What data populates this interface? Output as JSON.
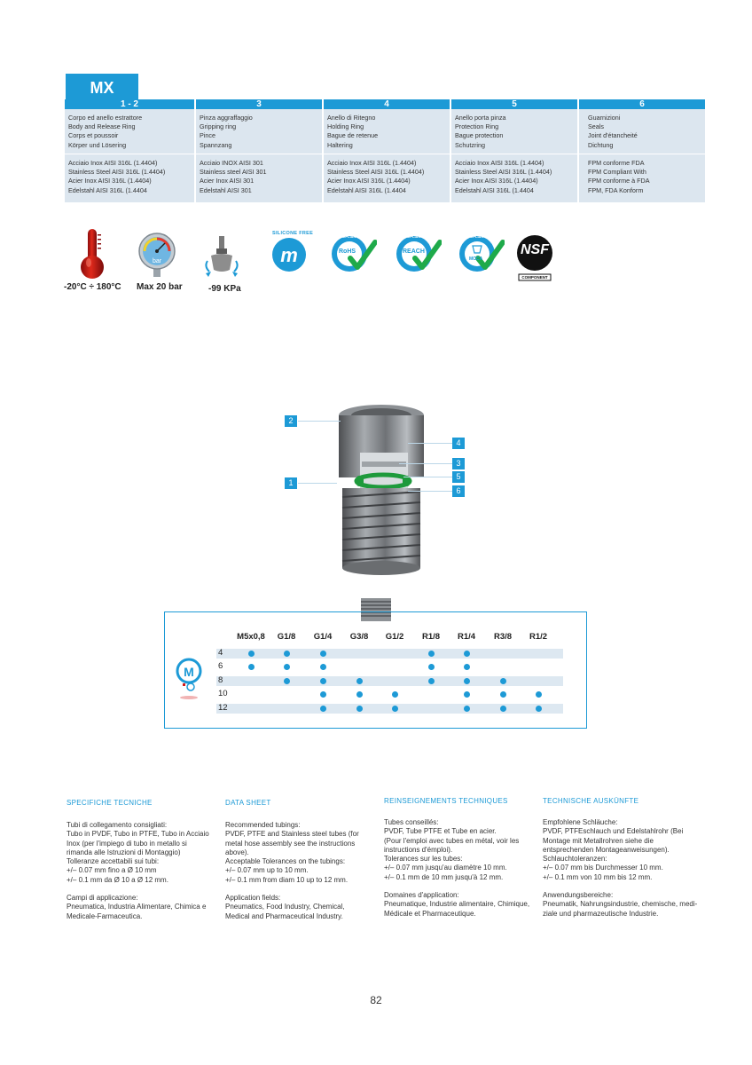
{
  "header": {
    "series": "MX"
  },
  "components": [
    {
      "number": "1 - 2",
      "names": [
        "Corpo ed anello estrattore",
        "Body and Release Ring",
        "Corps et poussoir",
        "Körper und Lösering"
      ],
      "materials": [
        "Acciaio Inox AISI 316L (1.4404)",
        "Stainless Steel AISI 316L (1.4404)",
        "Acier Inox AISI 316L (1.4404)",
        "Edelstahl AISI 316L (1.4404"
      ]
    },
    {
      "number": "3",
      "names": [
        "Pinza aggraffaggio",
        "Gripping ring",
        "Pince",
        "Spannzang"
      ],
      "materials": [
        "Acciaio INOX AISI 301",
        "Stainless steel AISI 301",
        "Acier Inox AISI 301",
        "Edelstahl AISI 301"
      ]
    },
    {
      "number": "4",
      "names": [
        "Anello di Ritegno",
        "Holding Ring",
        "Bague de retenue",
        "Haltering"
      ],
      "materials": [
        "Acciaio Inox AISI 316L (1.4404)",
        "Stainless Steel AISI 316L (1.4404)",
        "Acier Inox AISI 316L (1.4404)",
        "Edelstahl AISI 316L (1.4404"
      ]
    },
    {
      "number": "5",
      "names": [
        "Anello porta pinza",
        "Protection Ring",
        "Bague protection",
        "Schutzring"
      ],
      "materials": [
        "Acciaio Inox AISI 316L (1.4404)",
        "Stainless Steel AISI 316L (1.4404)",
        "Acier Inox AISI 316L (1.4404)",
        "Edelstahl AISI 316L (1.4404"
      ]
    },
    {
      "number": "6",
      "names": [
        "Guarnizioni",
        "Seals",
        "Joint d'étancheité",
        "Dichtung"
      ],
      "materials": [
        "FPM conforme FDA",
        "FPM  Compliant With",
        "FPM conforme à FDA",
        "FPM, FDA Konform"
      ]
    }
  ],
  "icons": {
    "temperature": "-20°C ÷ 180°C",
    "pressure_gauge_label": "bar",
    "pressure": "Max 20 bar",
    "vacuum": "-99 KPa",
    "silicone_free": "SILICONE FREE",
    "rohs": "RoHS",
    "reach": "REACH",
    "moca": "MOCA",
    "nsf": "NSF",
    "nsf_sub": "COMPONENT",
    "compliant_ring": "COMPLIANT"
  },
  "callouts": [
    "2",
    "1",
    "4",
    "3",
    "5",
    "6"
  ],
  "thread_table": {
    "columns": [
      "M5x0,8",
      "G1/8",
      "G1/4",
      "G3/8",
      "G1/2",
      "R1/8",
      "R1/4",
      "R3/8",
      "R1/2"
    ],
    "rows": [
      {
        "size": "4",
        "marks": [
          1,
          1,
          1,
          0,
          0,
          1,
          1,
          0,
          0
        ]
      },
      {
        "size": "6",
        "marks": [
          1,
          1,
          1,
          0,
          0,
          1,
          1,
          0,
          0
        ]
      },
      {
        "size": "8",
        "marks": [
          0,
          1,
          1,
          1,
          0,
          1,
          1,
          1,
          0
        ]
      },
      {
        "size": "10",
        "marks": [
          0,
          0,
          1,
          1,
          1,
          0,
          1,
          1,
          1
        ]
      },
      {
        "size": "12",
        "marks": [
          0,
          0,
          1,
          1,
          1,
          0,
          1,
          1,
          1
        ]
      }
    ]
  },
  "tech": [
    {
      "title": "SPECIFICHE TECNICHE",
      "blocks": [
        [
          "Tubi di collegamento consigliati:",
          "Tubo in PVDF, Tubo in PTFE, Tubo in Acciaio Inox (per l'impiego di tubo in metallo si rimanda alle Istruzioni di Montaggio)",
          "Tolleranze accettabili sui tubi:",
          "+/– 0.07 mm fino a Ø 10 mm",
          "+/– 0.1 mm da Ø 10 a Ø 12 mm."
        ],
        [
          "Campi di applicazione:",
          "Pneumatica, Industria Alimentare, Chimica e Medicale-Farmaceutica."
        ]
      ]
    },
    {
      "title": "DATA SHEET",
      "blocks": [
        [
          "Recommended tubings:",
          "PVDF, PTFE and Stainless steel tubes (for metal hose assembly see the instructions above).",
          "Acceptable Tolerances on the tubings:",
          "+/– 0.07 mm up to 10 mm.",
          "+/– 0.1 mm from diam 10 up to 12 mm."
        ],
        [
          "Application fields:",
          "Pneumatics, Food Industry, Chemical, Medical and Pharmaceutical Industry."
        ]
      ]
    },
    {
      "title": "REINSEIGNEMENTS TECHNIQUES",
      "blocks": [
        [
          "Tubes conseillés:",
          "PVDF, Tube PTFE et Tube en acier.",
          "(Pour l'emploi avec tubes en métal, voir les instructions d'émploi).",
          "Tolerances sur les tubes:",
          "+/– 0.07 mm jusqu'au diamètre 10 mm.",
          "+/– 0.1 mm de 10 mm jusqu'à 12 mm."
        ],
        [
          "Domaines d'application:",
          "Pneumatique, Industrie alimentaire, Chimique, Médicale et Pharmaceutique."
        ]
      ]
    },
    {
      "title": "TECHNISCHE AUSKÜNFTE",
      "blocks": [
        [
          "Empfohlene Schläuche:",
          "PVDF, PTFEschlauch und Edelstahlrohr (Bei Montage mit Metallrohren siehe die entsprechenden Montageanweisungen).",
          "Schlauchtoleranzen:",
          "+/– 0.07 mm bis Durchmesser 10 mm.",
          "+/– 0.1 mm von 10 mm bis 12 mm."
        ],
        [
          "Anwendungsbereiche:",
          "Pneumatik, Nahrungsindustrie, chemische, medi-ziale und pharmazeutische Industrie."
        ]
      ]
    }
  ],
  "page_number": "82",
  "colors": {
    "accent": "#1d9ad6",
    "panel": "#dce6ef",
    "green": "#1faa4a",
    "red": "#d61a1a"
  }
}
